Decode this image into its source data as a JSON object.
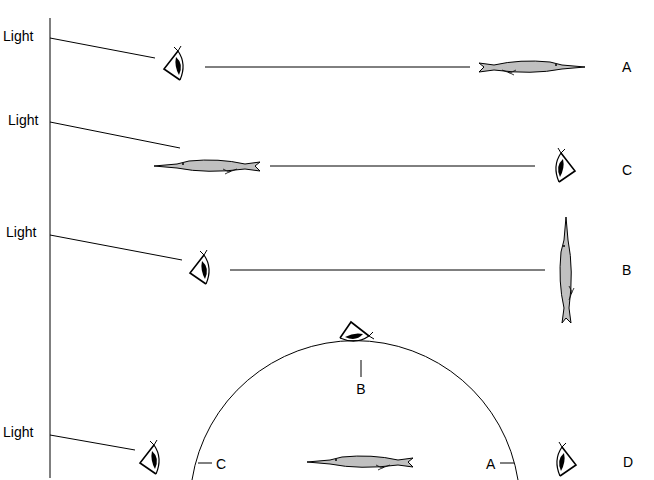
{
  "diagram": {
    "labels": [
      "Light",
      "A",
      "Light",
      "C",
      "Light",
      "B",
      "Light",
      "B",
      "C",
      "A",
      "D"
    ]
  }
}
